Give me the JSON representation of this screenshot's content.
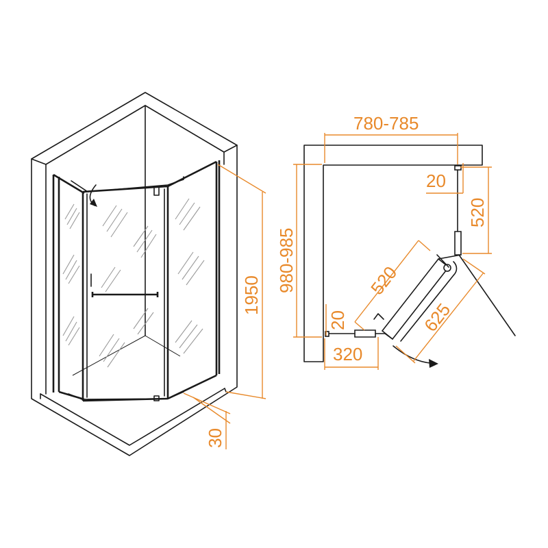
{
  "colors": {
    "line": "#1a1a1a",
    "dimension": "#e8892a",
    "glass_hatch": "#9a9a9a"
  },
  "dimensions": {
    "width_range": "780-785",
    "depth_range": "980-985",
    "height": "1950",
    "tray_step": "30",
    "wall_gap_top": "20",
    "wall_gap_left": "20",
    "side_panel_top": "520",
    "side_panel_diag": "520",
    "door_width": "625",
    "bottom_segment": "320"
  }
}
